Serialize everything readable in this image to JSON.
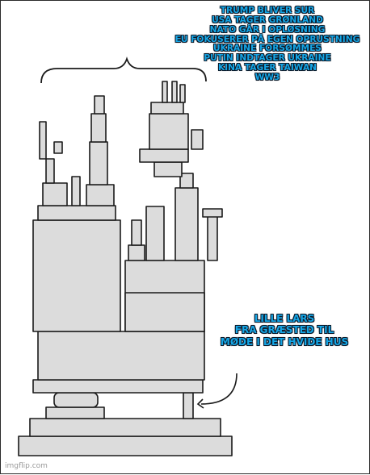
{
  "captions": {
    "top": [
      "TRUMP BLIVER SUR",
      "USA TAGER GRØNLAND",
      "NATO GÅR I OPLØSNING",
      "EU FOKUSERER PÅ EGEN OPRUSTNING",
      "UKRAINE FORSØMMES",
      "PUTIN INDTAGER UKRAINE",
      "KINA TAGER TAIWAN",
      "WW3"
    ],
    "bottom": [
      "LILLE LARS",
      "FRA GRÆSTED TIL",
      "MØDE I DET HVIDE HUS"
    ]
  },
  "watermark": "imgflip.com",
  "colors": {
    "caption_fill": "#15a6e6",
    "caption_outline": "#0b1a2a",
    "block_fill": "#dcdcdc",
    "ink": "#1a1a1a"
  }
}
